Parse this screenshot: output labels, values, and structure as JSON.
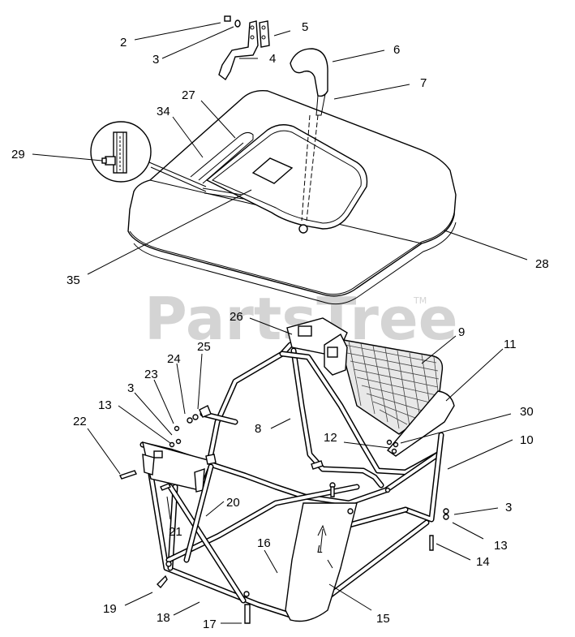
{
  "watermark": {
    "text": "PartsTree",
    "trademark": "TM"
  },
  "callouts": [
    {
      "id": "c2",
      "text": "2"
    },
    {
      "id": "c3a",
      "text": "3"
    },
    {
      "id": "c4",
      "text": "4"
    },
    {
      "id": "c5",
      "text": "5"
    },
    {
      "id": "c6",
      "text": "6"
    },
    {
      "id": "c7",
      "text": "7"
    },
    {
      "id": "c27",
      "text": "27"
    },
    {
      "id": "c34",
      "text": "34"
    },
    {
      "id": "c29",
      "text": "29"
    },
    {
      "id": "c35",
      "text": "35"
    },
    {
      "id": "c28",
      "text": "28"
    },
    {
      "id": "c26",
      "text": "26"
    },
    {
      "id": "c9",
      "text": "9"
    },
    {
      "id": "c11",
      "text": "11"
    },
    {
      "id": "c24",
      "text": "24"
    },
    {
      "id": "c25",
      "text": "25"
    },
    {
      "id": "c23",
      "text": "23"
    },
    {
      "id": "c3b",
      "text": "3"
    },
    {
      "id": "c13a",
      "text": "13"
    },
    {
      "id": "c22",
      "text": "22"
    },
    {
      "id": "c8",
      "text": "8"
    },
    {
      "id": "c12",
      "text": "12"
    },
    {
      "id": "c30",
      "text": "30"
    },
    {
      "id": "c10",
      "text": "10"
    },
    {
      "id": "c20",
      "text": "20"
    },
    {
      "id": "c21",
      "text": "21"
    },
    {
      "id": "c3c",
      "text": "3"
    },
    {
      "id": "c13b",
      "text": "13"
    },
    {
      "id": "c14",
      "text": "14"
    },
    {
      "id": "c16",
      "text": "16"
    },
    {
      "id": "c19",
      "text": "19"
    },
    {
      "id": "c18",
      "text": "18"
    },
    {
      "id": "c17",
      "text": "17"
    },
    {
      "id": "c15",
      "text": "15"
    }
  ],
  "arrow_label": "L"
}
